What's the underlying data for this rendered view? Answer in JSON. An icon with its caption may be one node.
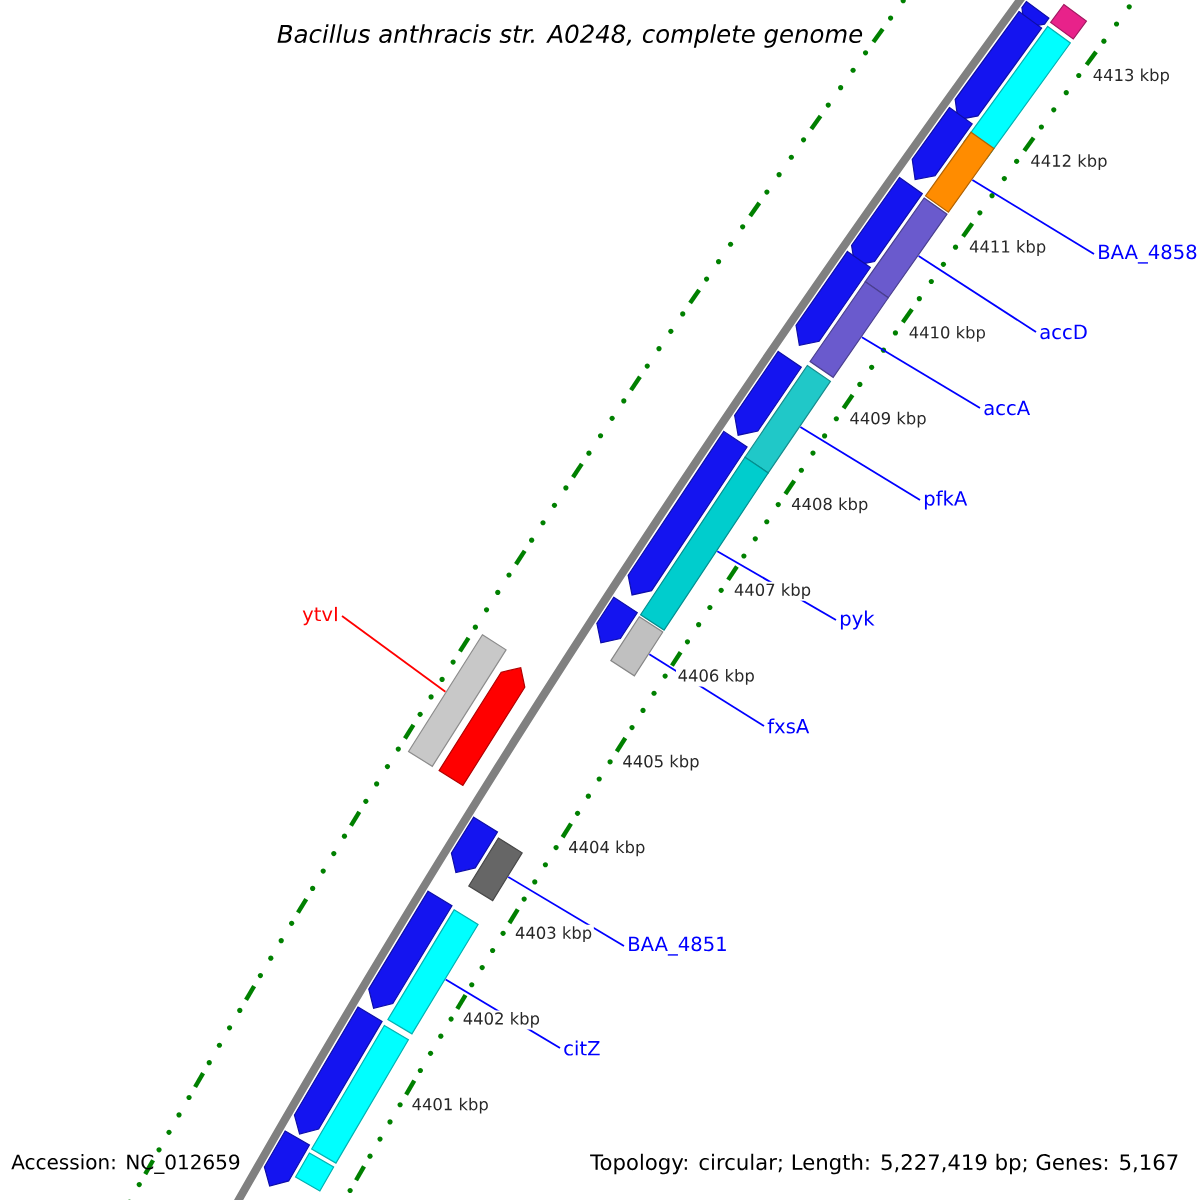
{
  "diagram": {
    "title": "Bacillus anthracis str. A0248, complete genome",
    "nodes": [
      {
        "text": [
          "BAA_4858"
        ]
      },
      {
        "text": [
          "accD"
        ]
      },
      {
        "text": [
          "accA"
        ]
      },
      {
        "text": [
          "pfkA"
        ]
      },
      {
        "text": [
          "ytvI"
        ]
      },
      {
        "text": [
          "pyk"
        ]
      },
      {
        "text": [
          "fxsA"
        ]
      },
      {
        "text": [
          "BAA_4851"
        ]
      },
      {
        "text": [
          "citZ"
        ]
      },
      {
        "text": [],
        "shape": "pentagon"
      },
      {
        "text": [],
        "shape": "bar"
      },
      {
        "text": [],
        "shape": "pentagon"
      },
      {
        "text": [],
        "shape": "bar"
      },
      {
        "text": [],
        "shape": "pentagon"
      },
      {
        "text": [],
        "shape": "bar"
      },
      {
        "text": [],
        "shape": "pentagon"
      },
      {
        "text": [],
        "shape": "bar"
      },
      {
        "text": [],
        "shape": "pentagon"
      },
      {
        "text": [],
        "shape": "bar"
      },
      {
        "text": [],
        "shape": "pentagon"
      },
      {
        "text": [],
        "shape": "bar"
      },
      {
        "text": [],
        "shape": "pentagon"
      },
      {
        "text": [],
        "shape": "bar"
      },
      {
        "text": [],
        "shape": "pentagon"
      },
      {
        "text": [],
        "shape": "bar"
      },
      {
        "text": [],
        "shape": "bar"
      },
      {
        "text": [],
        "shape": "pentagon"
      },
      {
        "text": [],
        "shape": "pentagon"
      },
      {
        "text": [],
        "shape": "bar"
      },
      {
        "text": [],
        "shape": "pentagon"
      },
      {
        "text": [],
        "shape": "bar"
      },
      {
        "text": [],
        "shape": "pentagon"
      },
      {
        "text": [],
        "shape": "bar"
      },
      {
        "text": [],
        "shape": "pentagon"
      },
      {
        "text": [],
        "shape": "bar"
      }
    ],
    "edges": [
      {
        "from": 0,
        "to": 14,
        "arrow": "none"
      },
      {
        "from": 1,
        "to": 16,
        "arrow": "none"
      },
      {
        "from": 2,
        "to": 18,
        "arrow": "none"
      },
      {
        "from": 3,
        "to": 20,
        "arrow": "none"
      },
      {
        "from": 4,
        "to": 25,
        "arrow": "none",
        "color": "#ff0000"
      },
      {
        "from": 5,
        "to": 22,
        "arrow": "none"
      },
      {
        "from": 6,
        "to": 24,
        "arrow": "none"
      },
      {
        "from": 7,
        "to": 28,
        "arrow": "none"
      },
      {
        "from": 8,
        "to": 30,
        "arrow": "none"
      }
    ],
    "labels": [
      "4413 kbp",
      "4412 kbp",
      "4411 kbp",
      "4410 kbp",
      "4409 kbp",
      "4408 kbp",
      "4407 kbp",
      "4406 kbp",
      "4405 kbp",
      "4404 kbp",
      "4403 kbp",
      "4402 kbp",
      "4401 kbp",
      "Accession: NC_012659",
      "Topology: circular; Length: 5,227,419 bp; Genes: 5,167"
    ]
  }
}
